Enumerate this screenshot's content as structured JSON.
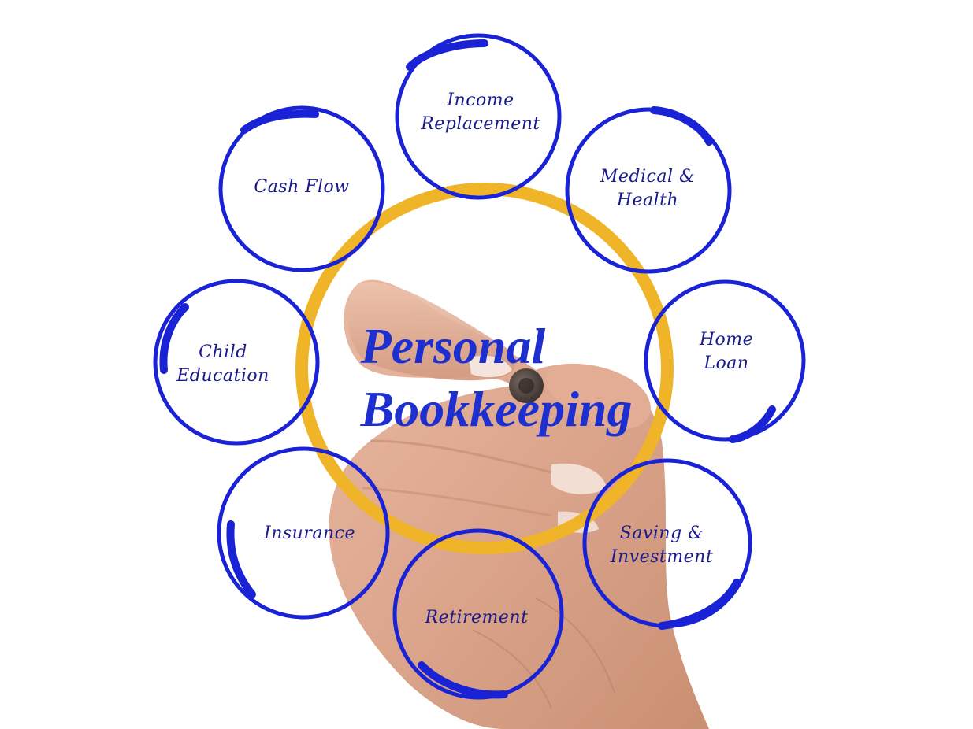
{
  "diagram": {
    "title": "Personal Bookkeeping",
    "center": {
      "line1": "Personal",
      "line2": "Bookkeeping",
      "ring_color": "#f0b429",
      "text_color": "#1e2fd0"
    },
    "nodes": [
      {
        "id": "income-replacement",
        "lines": [
          "Income",
          "Replacement"
        ]
      },
      {
        "id": "medical-health",
        "lines": [
          "Medical &",
          "Health"
        ]
      },
      {
        "id": "home-loan",
        "lines": [
          "Home",
          "Loan"
        ]
      },
      {
        "id": "saving-investment",
        "lines": [
          "Saving &",
          "Investment"
        ]
      },
      {
        "id": "retirement",
        "lines": [
          "Retirement"
        ]
      },
      {
        "id": "insurance",
        "lines": [
          "Insurance"
        ]
      },
      {
        "id": "child-education",
        "lines": [
          "Child",
          "Education"
        ]
      },
      {
        "id": "cash-flow",
        "lines": [
          "Cash Flow"
        ]
      }
    ],
    "node_ring_color": "#1a22d6",
    "node_text_color": "#1a1a8c",
    "background": "#ffffff",
    "illustration": "hand-holding-marker"
  }
}
